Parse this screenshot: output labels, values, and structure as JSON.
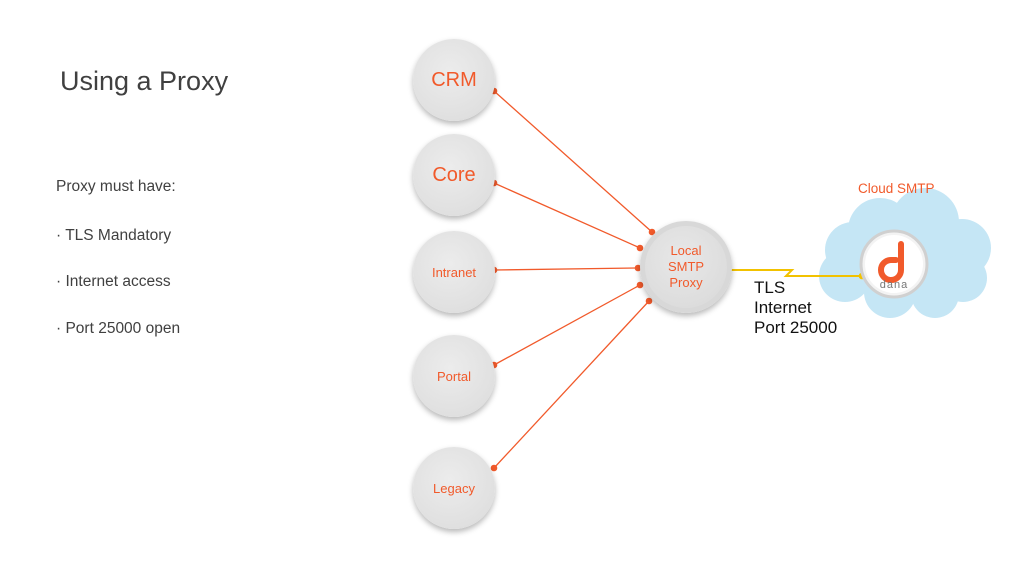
{
  "title": "Using a Proxy",
  "requirements": {
    "heading": "Proxy must have:",
    "items": [
      "· TLS Mandatory",
      "· Internet access",
      "· Port 25000 open"
    ]
  },
  "sources": [
    "CRM",
    "Core",
    "Intranet",
    "Portal",
    "Legacy"
  ],
  "proxy": {
    "lines": [
      "Local",
      "SMTP",
      "Proxy"
    ]
  },
  "link": {
    "text": "TLS\nInternet\nPort 25000"
  },
  "cloud": {
    "label": "Cloud SMTP",
    "logo_word": "dana"
  },
  "colors": {
    "accent": "#f15a2b",
    "link_line": "#f2c200",
    "node_fill": "#e3e3e3",
    "cloud_fill": "#c5e6f5",
    "text": "#404040"
  },
  "icons": {
    "logo": "dana-logo-icon"
  }
}
